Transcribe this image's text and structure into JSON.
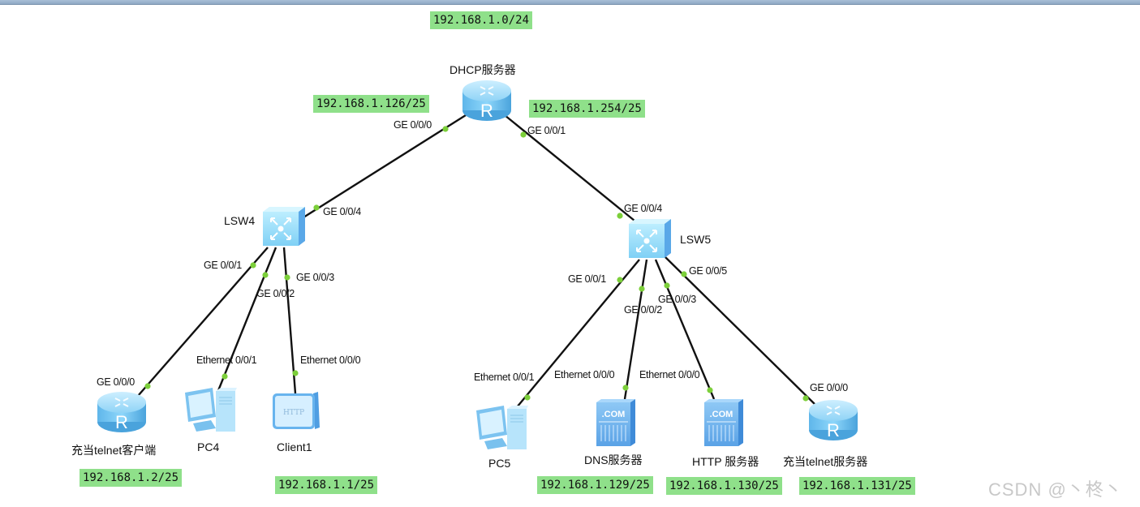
{
  "diagram": {
    "networks": {
      "top": "192.168.1.0/24"
    },
    "devices": {
      "dhcp": {
        "name": "DHCP服务器",
        "type": "router",
        "icon_letter": "R",
        "ip_left": "192.168.1.126/25",
        "ip_right": "192.168.1.254/25",
        "port_left": "GE 0/0/0",
        "port_right": "GE 0/0/1"
      },
      "lsw4": {
        "name": "LSW4",
        "type": "switch",
        "port_up": "GE 0/0/4",
        "port_1": "GE 0/0/1",
        "port_2": "GE 0/0/2",
        "port_3": "GE 0/0/3"
      },
      "lsw5": {
        "name": "LSW5",
        "type": "switch",
        "port_up": "GE 0/0/4",
        "port_1": "GE 0/0/1",
        "port_2": "GE 0/0/2",
        "port_3": "GE 0/0/3",
        "port_5": "GE 0/0/5"
      },
      "telnet_client": {
        "name": "充当telnet客户端",
        "type": "router",
        "icon_letter": "R",
        "port": "GE 0/0/0",
        "ip": "192.168.1.2/25"
      },
      "pc4": {
        "name": "PC4",
        "type": "pc",
        "port": "Ethernet 0/0/1"
      },
      "client1": {
        "name": "Client1",
        "type": "client",
        "icon_text": "HTTP",
        "port": "Ethernet 0/0/0",
        "ip": "192.168.1.1/25"
      },
      "pc5": {
        "name": "PC5",
        "type": "pc",
        "port": "Ethernet 0/0/1"
      },
      "dns": {
        "name": "DNS服务器",
        "type": "server",
        "icon_text": ".COM",
        "port": "Ethernet 0/0/0",
        "ip": "192.168.1.129/25"
      },
      "http": {
        "name": "HTTP 服务器",
        "type": "server",
        "icon_text": ".COM",
        "port": "Ethernet 0/0/0",
        "ip": "192.168.1.130/25"
      },
      "telnet_server": {
        "name": "充当telnet服务器",
        "type": "router",
        "icon_letter": "R",
        "port": "GE 0/0/0",
        "ip": "192.168.1.131/25"
      }
    },
    "links": [
      {
        "from": "dhcp",
        "from_port": "GE 0/0/0",
        "to": "lsw4",
        "to_port": "GE 0/0/4"
      },
      {
        "from": "dhcp",
        "from_port": "GE 0/0/1",
        "to": "lsw5",
        "to_port": "GE 0/0/4"
      },
      {
        "from": "lsw4",
        "from_port": "GE 0/0/1",
        "to": "telnet_client",
        "to_port": "GE 0/0/0"
      },
      {
        "from": "lsw4",
        "from_port": "GE 0/0/2",
        "to": "pc4",
        "to_port": "Ethernet 0/0/1"
      },
      {
        "from": "lsw4",
        "from_port": "GE 0/0/3",
        "to": "client1",
        "to_port": "Ethernet 0/0/0"
      },
      {
        "from": "lsw5",
        "from_port": "GE 0/0/1",
        "to": "pc5",
        "to_port": "Ethernet 0/0/1"
      },
      {
        "from": "lsw5",
        "from_port": "GE 0/0/2",
        "to": "dns",
        "to_port": "Ethernet 0/0/0"
      },
      {
        "from": "lsw5",
        "from_port": "GE 0/0/3",
        "to": "http",
        "to_port": "Ethernet 0/0/0"
      },
      {
        "from": "lsw5",
        "from_port": "GE 0/0/5",
        "to": "telnet_server",
        "to_port": "GE 0/0/0"
      }
    ],
    "colors": {
      "link": "#111111",
      "port_dot": "#7ccf3a",
      "ip_bg": "#8fe08a",
      "device_blue": "#7cc8f0"
    },
    "watermark": "CSDN @丶柊丶"
  }
}
